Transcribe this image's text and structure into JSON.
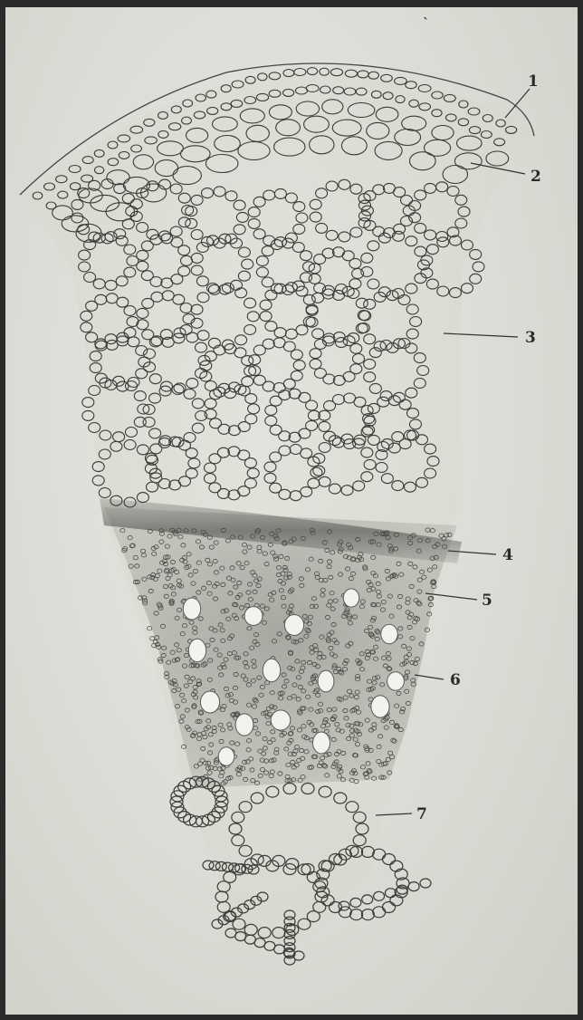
{
  "figure": {
    "top_mark": "̀",
    "labels": [
      {
        "id": "1",
        "text": "1"
      },
      {
        "id": "2",
        "text": "2"
      },
      {
        "id": "3",
        "text": "3"
      },
      {
        "id": "4",
        "text": "4"
      },
      {
        "id": "5",
        "text": "5"
      },
      {
        "id": "6",
        "text": "6"
      },
      {
        "id": "7",
        "text": "7"
      }
    ]
  },
  "colors": {
    "ink": "#2f2f2c",
    "paper": "#e3e3dd",
    "stipple": "#5a5a55"
  }
}
